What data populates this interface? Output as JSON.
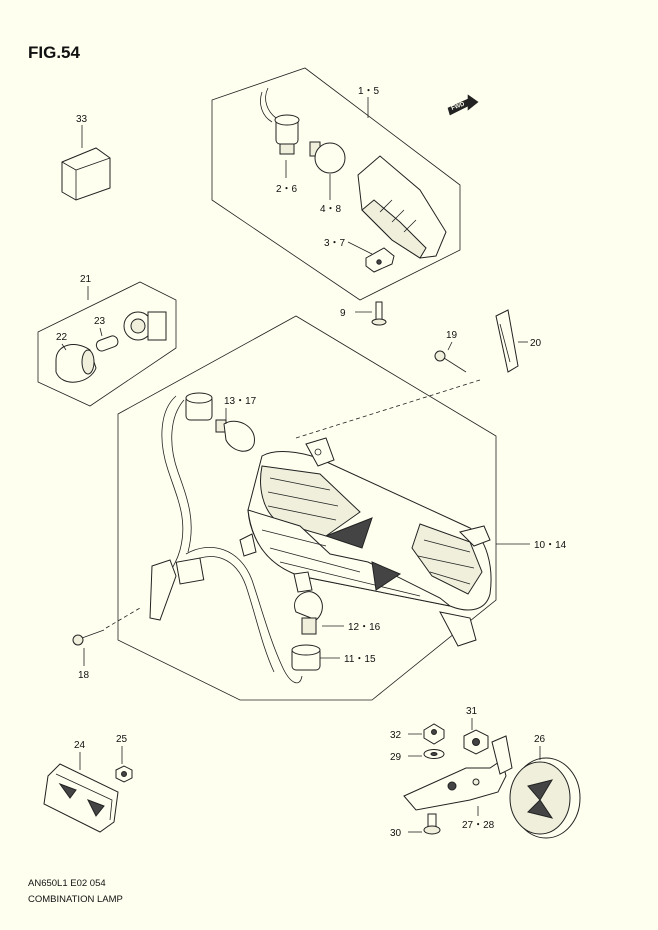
{
  "figure": {
    "id": "FIG.54",
    "code": "AN650L1 E02 054",
    "name": "COMBINATION LAMP"
  },
  "fwd_label": "FWD",
  "callouts": [
    {
      "id": "c33",
      "text": "33"
    },
    {
      "id": "c1_5",
      "text": "1・5"
    },
    {
      "id": "c2_6",
      "text": "2・6"
    },
    {
      "id": "c4_8",
      "text": "4・8"
    },
    {
      "id": "c3_7",
      "text": "3・7"
    },
    {
      "id": "c21",
      "text": "21"
    },
    {
      "id": "c22",
      "text": "22"
    },
    {
      "id": "c23",
      "text": "23"
    },
    {
      "id": "c9",
      "text": "9"
    },
    {
      "id": "c19",
      "text": "19"
    },
    {
      "id": "c20",
      "text": "20"
    },
    {
      "id": "c13_17",
      "text": "13・17"
    },
    {
      "id": "c10_14",
      "text": "10・14"
    },
    {
      "id": "c12_16",
      "text": "12・16"
    },
    {
      "id": "c11_15",
      "text": "11・15"
    },
    {
      "id": "c18",
      "text": "18"
    },
    {
      "id": "c24",
      "text": "24"
    },
    {
      "id": "c25",
      "text": "25"
    },
    {
      "id": "c31",
      "text": "31"
    },
    {
      "id": "c32",
      "text": "32"
    },
    {
      "id": "c29",
      "text": "29"
    },
    {
      "id": "c26",
      "text": "26"
    },
    {
      "id": "c27_28",
      "text": "27・28"
    },
    {
      "id": "c30",
      "text": "30"
    }
  ]
}
